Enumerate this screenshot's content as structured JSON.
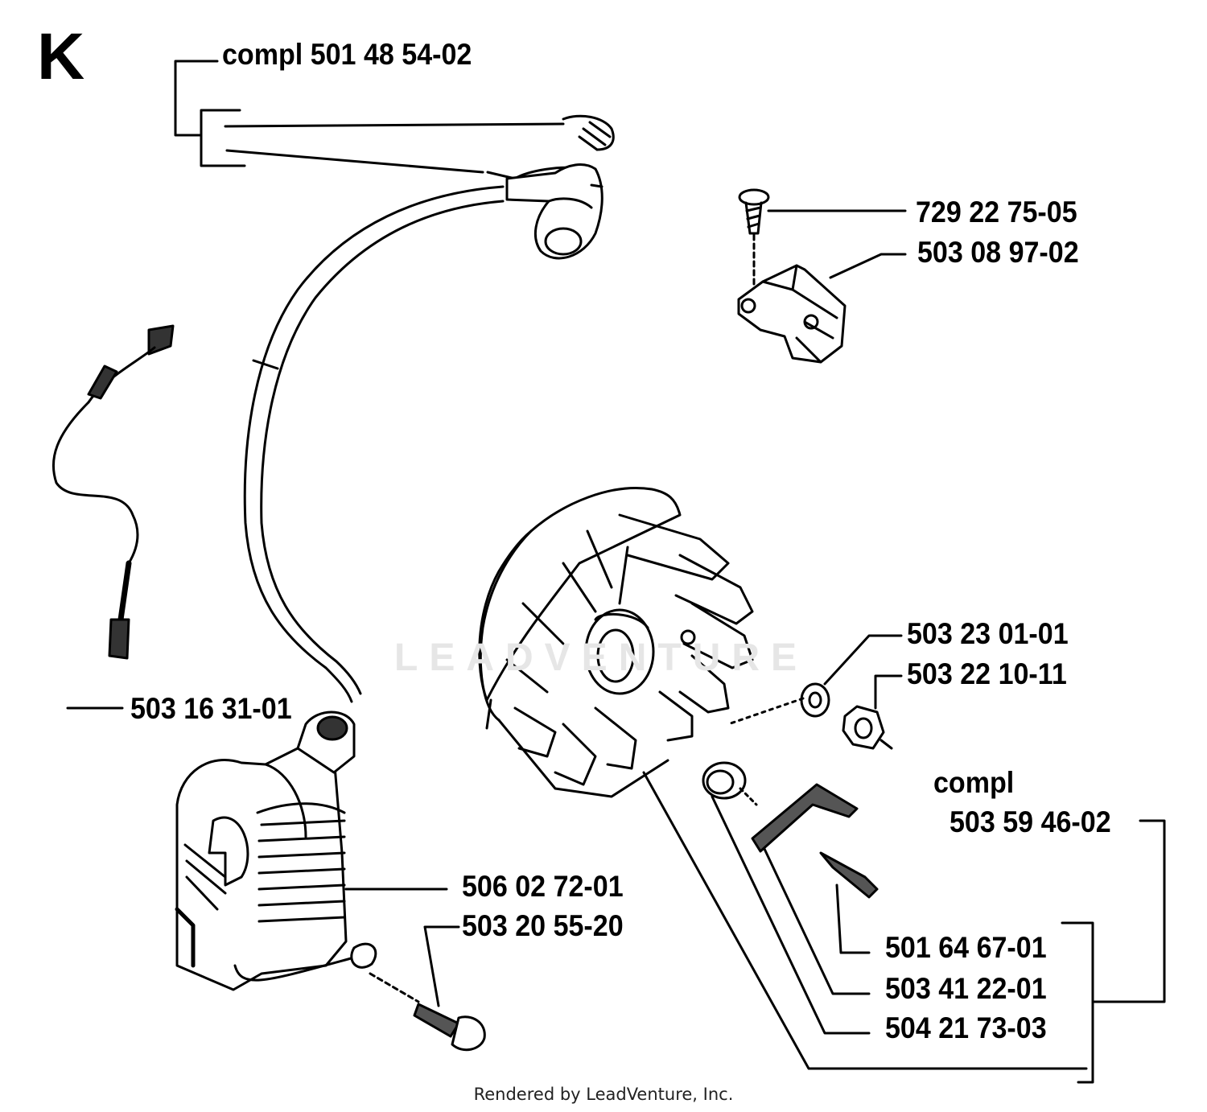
{
  "section": "K",
  "watermark": "LEADVENTURE",
  "footer": "Rendered by LeadVenture, Inc.",
  "callouts": {
    "ht_lead": "compl 501 48 54-02",
    "screw_top": "729 22 75-05",
    "plate": "503 08 97-02",
    "washer": "503 23 01-01",
    "nut": "503 22 10-11",
    "compl_word": "compl",
    "compl_kit": "503 59 46-02",
    "stop_wire": "503 16 31-01",
    "module": "506 02 72-01",
    "module_screw": "503 20 55-20",
    "key_screw": "501 64 67-01",
    "key": "503 41 22-01",
    "flywheel": "504 21 73-03"
  },
  "icons": {
    "ignition-module": "ignition-module-icon",
    "flywheel": "flywheel-icon"
  }
}
